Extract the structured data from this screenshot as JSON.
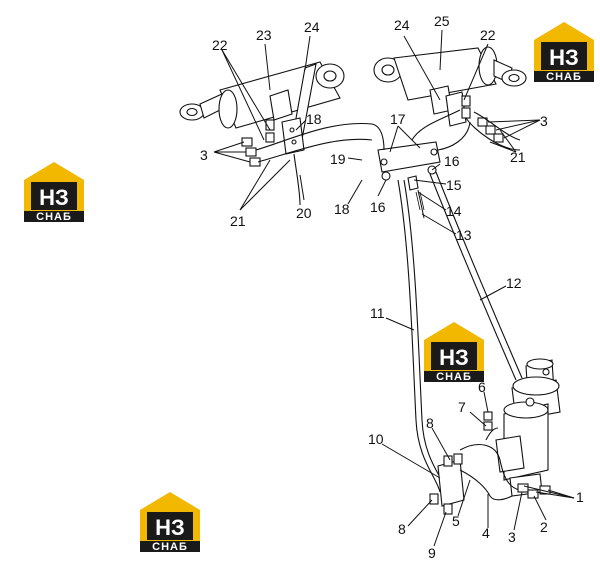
{
  "callouts": {
    "c1": "1",
    "c2": "2",
    "c3a": "3",
    "c3b": "3",
    "c3c": "3",
    "c4": "4",
    "c5": "5",
    "c6": "6",
    "c7": "7",
    "c8a": "8",
    "c8b": "8",
    "c9": "9",
    "c10": "10",
    "c11": "11",
    "c12": "12",
    "c13": "13",
    "c14": "14",
    "c15": "15",
    "c16a": "16",
    "c16b": "16",
    "c17": "17",
    "c18a": "18",
    "c18b": "18",
    "c19": "19",
    "c20": "20",
    "c21a": "21",
    "c21b": "21",
    "c22a": "22",
    "c22b": "22",
    "c23": "23",
    "c24a": "24",
    "c24b": "24",
    "c25": "25"
  },
  "watermark": {
    "text_top": "НЗ",
    "text_bottom": "СНАБ",
    "color_yellow": "#f2b800",
    "color_dark": "#1a1a1a"
  }
}
